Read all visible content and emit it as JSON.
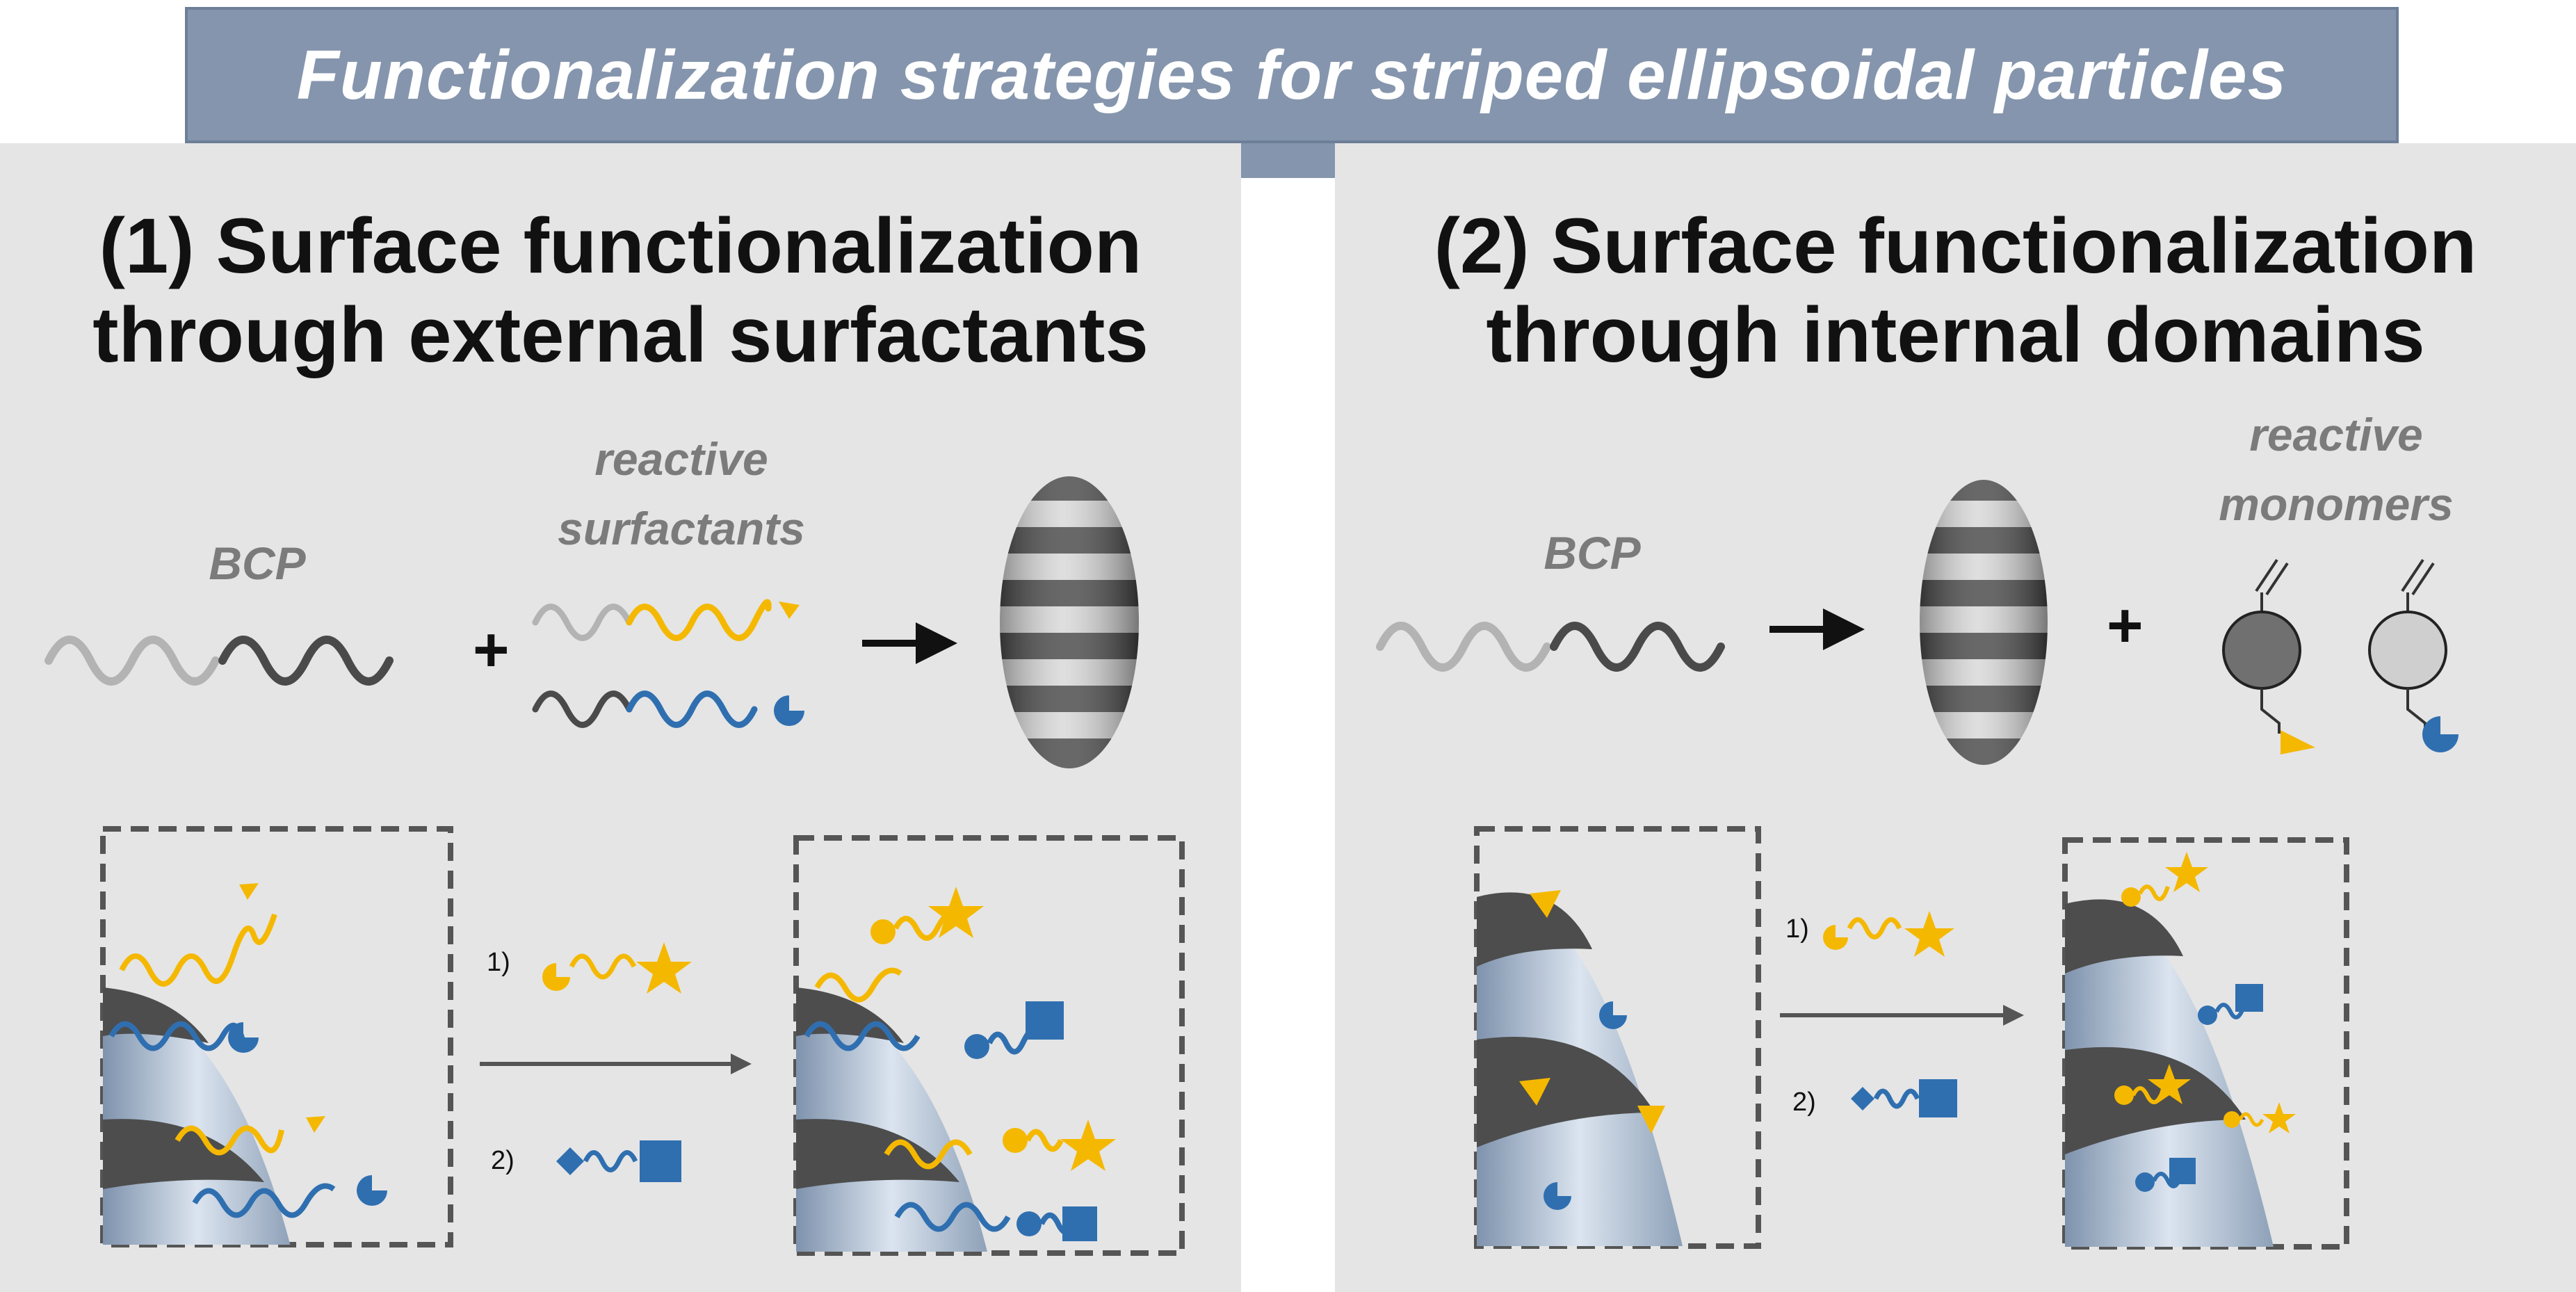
{
  "banner": {
    "title": "Functionalization strategies for striped ellipsoidal particles"
  },
  "left": {
    "heading": "(1) Surface functionalization through external surfactants",
    "bcp_label": "BCP",
    "reactive_label": "reactive surfactants",
    "plus": "+",
    "step1": "1)",
    "step2": "2)"
  },
  "right": {
    "heading": "(2) Surface functionalization through internal domains",
    "bcp_label": "BCP",
    "reactive_label": "reactive monomers",
    "plus": "+",
    "step1": "1)",
    "step2": "2)"
  },
  "colors": {
    "yellow": "#f5b800",
    "blue": "#2f6fb0",
    "dark_gray": "#4a4a4a",
    "light_gray": "#b5b5b5",
    "banner": "#8595ad",
    "panel": "#e5e5e5"
  }
}
